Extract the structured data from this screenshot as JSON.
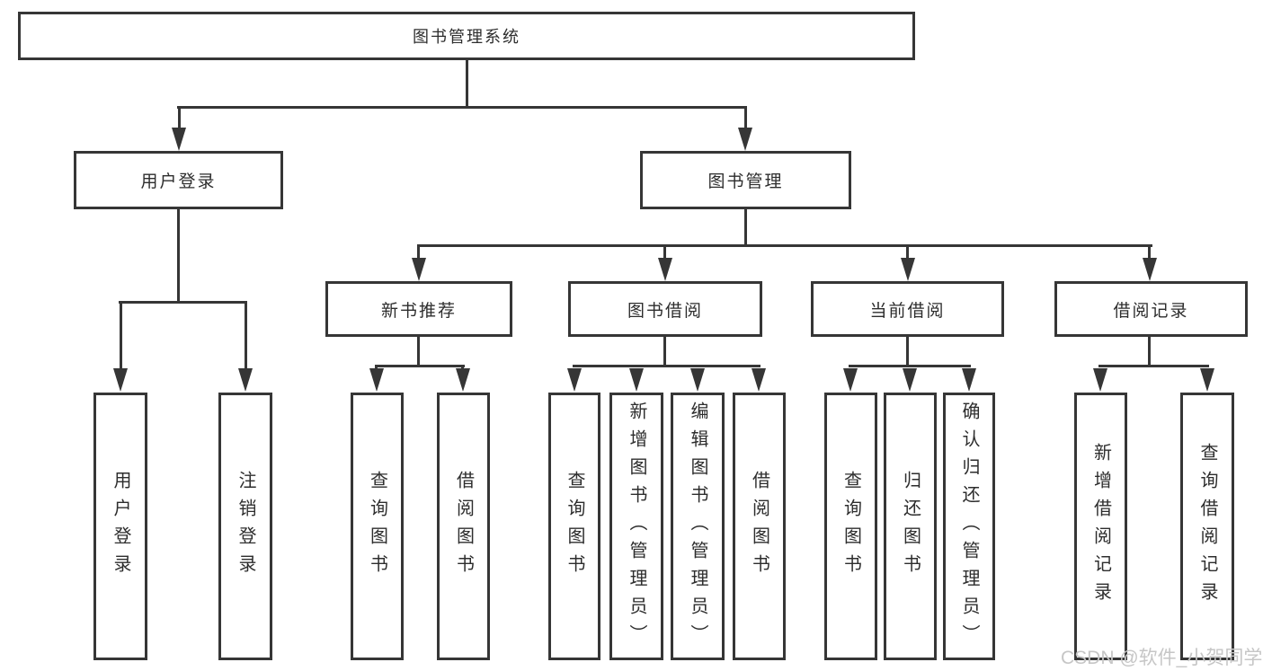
{
  "colors": {
    "background": "#ffffff",
    "line": "#363636",
    "text": "#2d2d2d",
    "watermark": "#c6c6c6"
  },
  "diagram": {
    "root": {
      "label": "图书管理系统"
    },
    "level2": [
      {
        "label": "用户登录"
      },
      {
        "label": "图书管理"
      }
    ],
    "level3": [
      {
        "label": "新书推荐"
      },
      {
        "label": "图书借阅"
      },
      {
        "label": "当前借阅"
      },
      {
        "label": "借阅记录"
      }
    ],
    "level4": [
      {
        "label": "用户登录"
      },
      {
        "label": "注销登录"
      },
      {
        "label": "查询图书"
      },
      {
        "label": "借阅图书"
      },
      {
        "label": "查询图书"
      },
      {
        "label": "新增图书（管理员）"
      },
      {
        "label": "编辑图书（管理员）"
      },
      {
        "label": "借阅图书"
      },
      {
        "label": "查询图书"
      },
      {
        "label": "归还图书"
      },
      {
        "label": "确认归还（管理员）"
      },
      {
        "label": "新增借阅记录"
      },
      {
        "label": "查询借阅记录"
      }
    ],
    "watermark": "CSDN @软件_小贺同学"
  }
}
